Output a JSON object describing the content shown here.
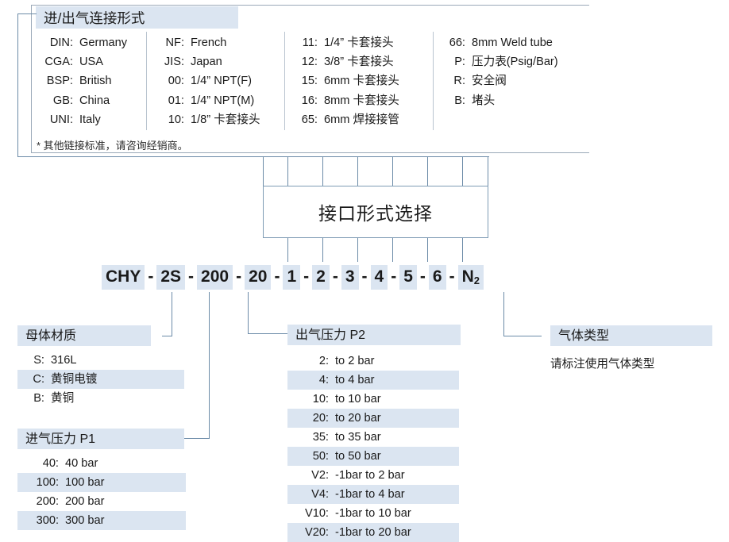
{
  "top_box": {
    "title": "进/出气连接形式",
    "columns": [
      {
        "items": [
          {
            "key": "DIN:",
            "val": "Germany"
          },
          {
            "key": "CGA:",
            "val": "USA"
          },
          {
            "key": "BSP:",
            "val": "British"
          },
          {
            "key": "GB:",
            "val": "China"
          },
          {
            "key": "UNI:",
            "val": "Italy"
          }
        ]
      },
      {
        "items": [
          {
            "key": "NF:",
            "val": "French"
          },
          {
            "key": "JIS:",
            "val": "Japan"
          },
          {
            "key": "00:",
            "val": "1/4”  NPT(F)"
          },
          {
            "key": "01:",
            "val": "1/4”  NPT(M)"
          },
          {
            "key": "10:",
            "val": "1/8”  卡套接头"
          }
        ]
      },
      {
        "items": [
          {
            "key": "11:",
            "val": "1/4”  卡套接头"
          },
          {
            "key": "12:",
            "val": "3/8”  卡套接头"
          },
          {
            "key": "15:",
            "val": "6mm 卡套接头"
          },
          {
            "key": "16:",
            "val": "8mm 卡套接头"
          },
          {
            "key": "65:",
            "val": "6mm 焊接接管"
          }
        ]
      },
      {
        "items": [
          {
            "key": "66:",
            "val": "8mm Weld tube"
          },
          {
            "key": "P:",
            "val": "压力表(Psig/Bar)"
          },
          {
            "key": "R:",
            "val": "安全阀"
          },
          {
            "key": "B:",
            "val": "堵头"
          }
        ]
      }
    ],
    "footnote": "* 其他链接标准，请咨询经销商。"
  },
  "center_box": {
    "label": "接口形式选择"
  },
  "code": {
    "segments": [
      {
        "text": "CHY",
        "highlight": false
      },
      {
        "text": "2S",
        "highlight": true
      },
      {
        "text": "200",
        "highlight": true
      },
      {
        "text": "20",
        "highlight": true
      },
      {
        "text": "1",
        "highlight": true
      },
      {
        "text": "2",
        "highlight": true
      },
      {
        "text": "3",
        "highlight": true
      },
      {
        "text": "4",
        "highlight": true
      },
      {
        "text": "5",
        "highlight": true
      },
      {
        "text": "6",
        "highlight": true
      },
      {
        "text": "N2",
        "highlight": true
      }
    ],
    "separator": "-",
    "full_text": "CHY - 2S -200- 20 - 1 - 2 - 3 - 4 - 5 - 6 - N2"
  },
  "material": {
    "title": "母体材质",
    "options": [
      {
        "key": "S:",
        "val": "316L",
        "highlight": false
      },
      {
        "key": "C:",
        "val": "黄铜电镀",
        "highlight": true
      },
      {
        "key": "B:",
        "val": "黄铜",
        "highlight": false
      }
    ]
  },
  "inlet_pressure": {
    "title": "进气压力 P1",
    "options": [
      {
        "key": "40:",
        "val": "40 bar",
        "highlight": false
      },
      {
        "key": "100:",
        "val": "100 bar",
        "highlight": true
      },
      {
        "key": "200:",
        "val": "200 bar",
        "highlight": false
      },
      {
        "key": "300:",
        "val": "300 bar",
        "highlight": true
      }
    ]
  },
  "outlet_pressure": {
    "title": "出气压力 P2",
    "options": [
      {
        "key": "2:",
        "val": "to 2 bar",
        "highlight": false
      },
      {
        "key": "4:",
        "val": "to 4 bar",
        "highlight": true
      },
      {
        "key": "10:",
        "val": "to 10 bar",
        "highlight": false
      },
      {
        "key": "20:",
        "val": "to 20 bar",
        "highlight": true
      },
      {
        "key": "35:",
        "val": "to 35 bar",
        "highlight": false
      },
      {
        "key": "50:",
        "val": "to 50 bar",
        "highlight": true
      },
      {
        "key": "V2:",
        "val": "-1bar to 2 bar",
        "highlight": false
      },
      {
        "key": "V4:",
        "val": "-1bar to 4 bar",
        "highlight": true
      },
      {
        "key": "V10:",
        "val": "-1bar to 10 bar",
        "highlight": false
      },
      {
        "key": "V20:",
        "val": "-1bar to 20 bar",
        "highlight": true
      }
    ]
  },
  "gas_type": {
    "title": "气体类型",
    "note": "请标注使用气体类型"
  },
  "colors": {
    "band": "#dbe5f1",
    "line": "#6c8ba8",
    "box_border": "#9aa9b8",
    "text": "#1a1a1a"
  }
}
